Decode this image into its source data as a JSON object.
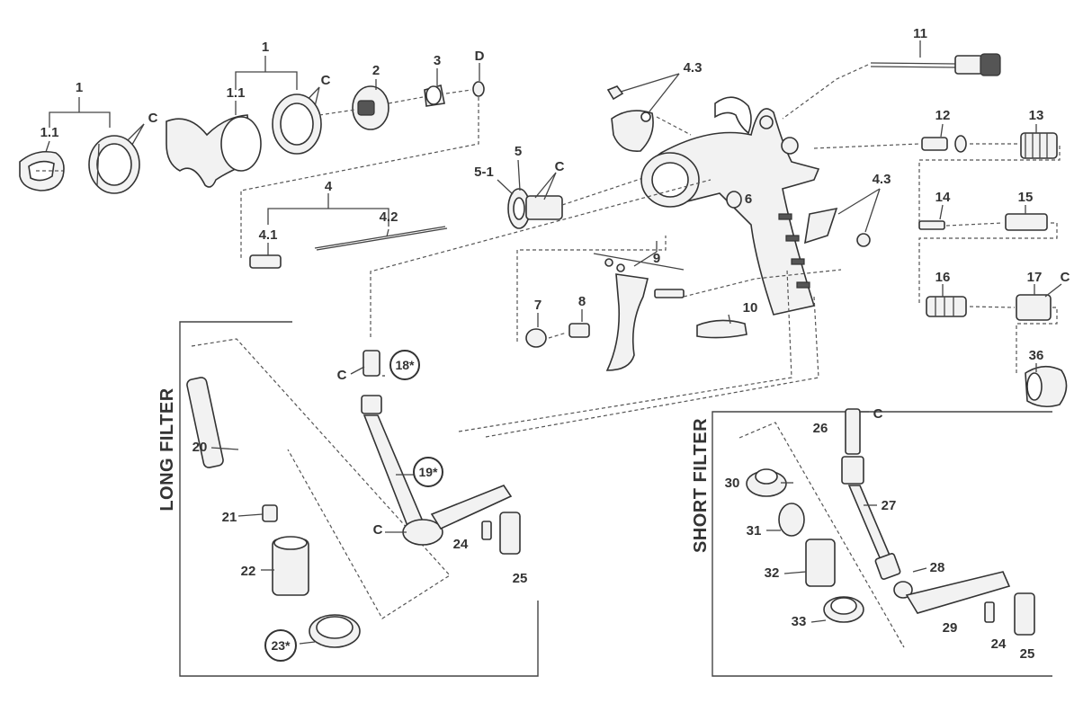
{
  "sections": {
    "long_filter": "LONG FILTER",
    "short_filter": "SHORT FILTER"
  },
  "callouts": {
    "c1": "1",
    "c1_1": "1.1",
    "c1_c": "C",
    "c1b": "1",
    "c1b_1": "1.1",
    "c1b_c": "C",
    "c2": "2",
    "c3": "3",
    "cD": "D",
    "c4": "4",
    "c4_1": "4.1",
    "c4_2": "4.2",
    "c5": "5",
    "c5_1": "5-1",
    "c5_c": "C",
    "c4_3a": "4.3",
    "c4_3b": "4.3",
    "c6": "6",
    "c7": "7",
    "c8": "8",
    "c9": "9",
    "c10": "10",
    "c11": "11",
    "c12": "12",
    "c13": "13",
    "c14": "14",
    "c15": "15",
    "c16": "16",
    "c17": "17",
    "c17_c": "C",
    "c36": "36",
    "c18": "18*",
    "c18_c": "C",
    "c19": "19*",
    "c19_c": "C",
    "c20": "20",
    "c21": "21",
    "c22": "22",
    "c23": "23*",
    "c24a": "24",
    "c25a": "25",
    "c26": "26",
    "c26_c": "C",
    "c27": "27",
    "c28": "28",
    "c29": "29",
    "c30": "30",
    "c31": "31",
    "c32": "32",
    "c33": "33",
    "c24b": "24",
    "c25b": "25"
  }
}
